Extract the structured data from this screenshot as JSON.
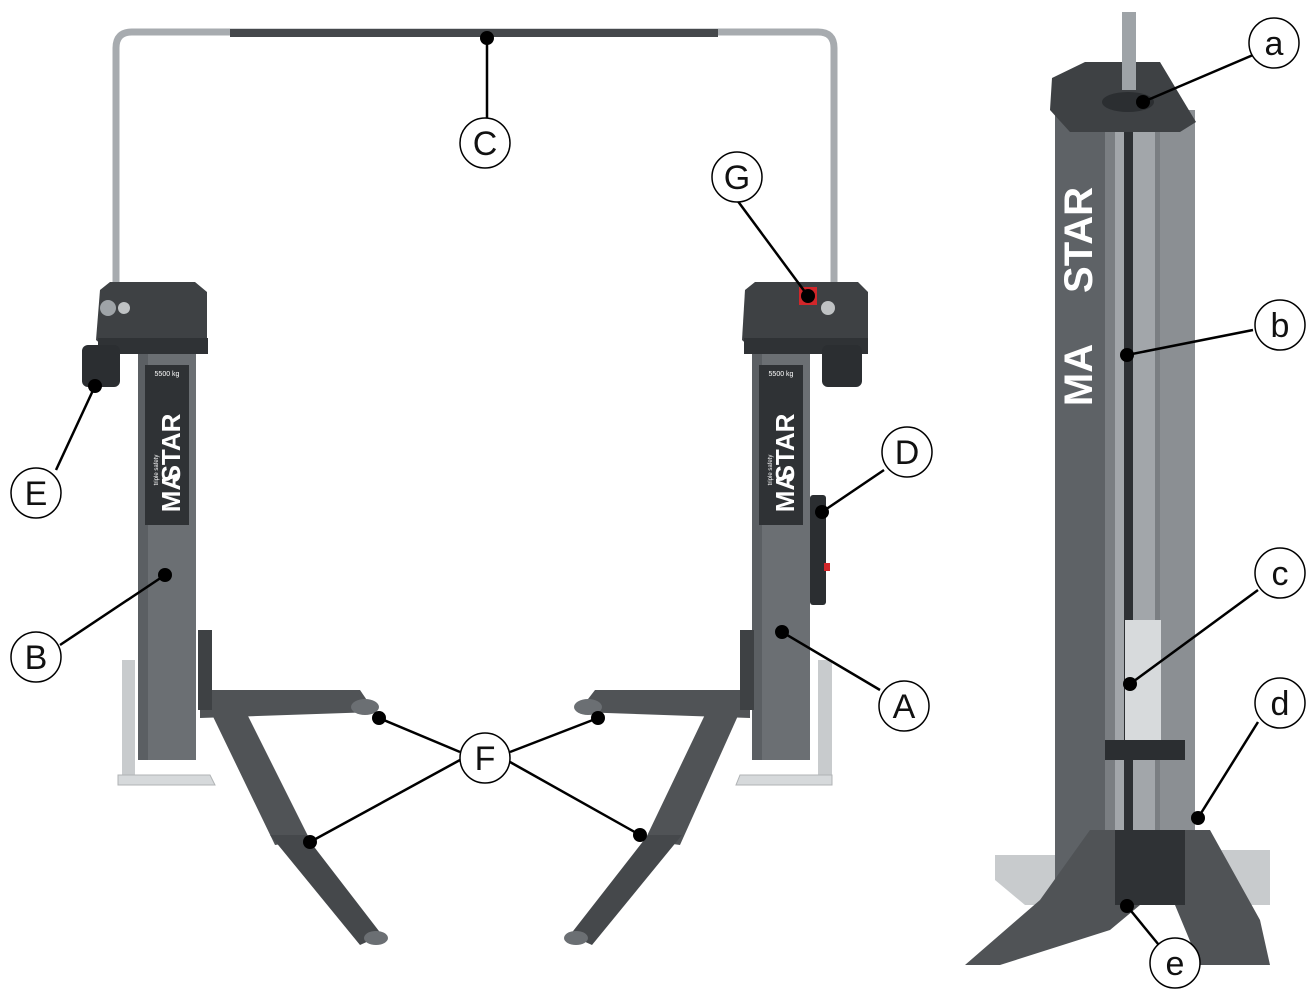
{
  "brand": {
    "name_part1": "MA",
    "name_part2": "STAR",
    "capacity": "5500 kg",
    "tagline": "triple safety"
  },
  "callouts": {
    "A": "A",
    "B": "B",
    "C": "C",
    "D": "D",
    "E": "E",
    "F": "F",
    "G": "G",
    "a": "a",
    "b": "b",
    "c": "c",
    "d": "d",
    "e": "e"
  },
  "colors": {
    "column": "#6b6f73",
    "column_dark": "#4a4d50",
    "arm": "#505356",
    "head": "#3e4144",
    "base_plate": "#c8cbcd",
    "bar": "#9ea3a7",
    "bar_grip": "#45484b",
    "accent_red": "#d1262a",
    "line": "#000000"
  }
}
